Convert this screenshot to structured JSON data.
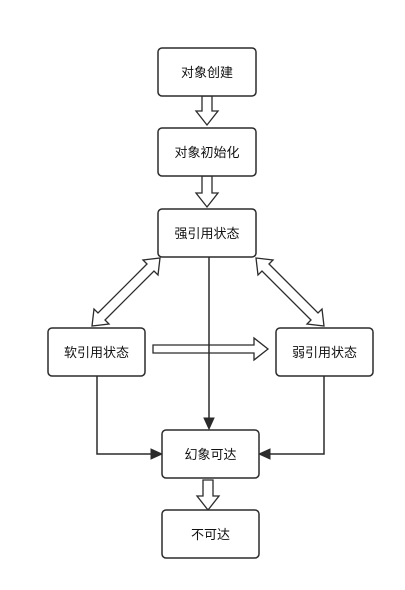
{
  "nodes": {
    "create": "对象创建",
    "init": "对象初始化",
    "strong": "强引用状态",
    "soft": "软引用状态",
    "weak": "弱引用状态",
    "phantom": "幻象可达",
    "unreachable": "不可达"
  },
  "colors": {
    "stroke": "#2b2b2b",
    "fill": "#ffffff",
    "text": "#111111"
  }
}
